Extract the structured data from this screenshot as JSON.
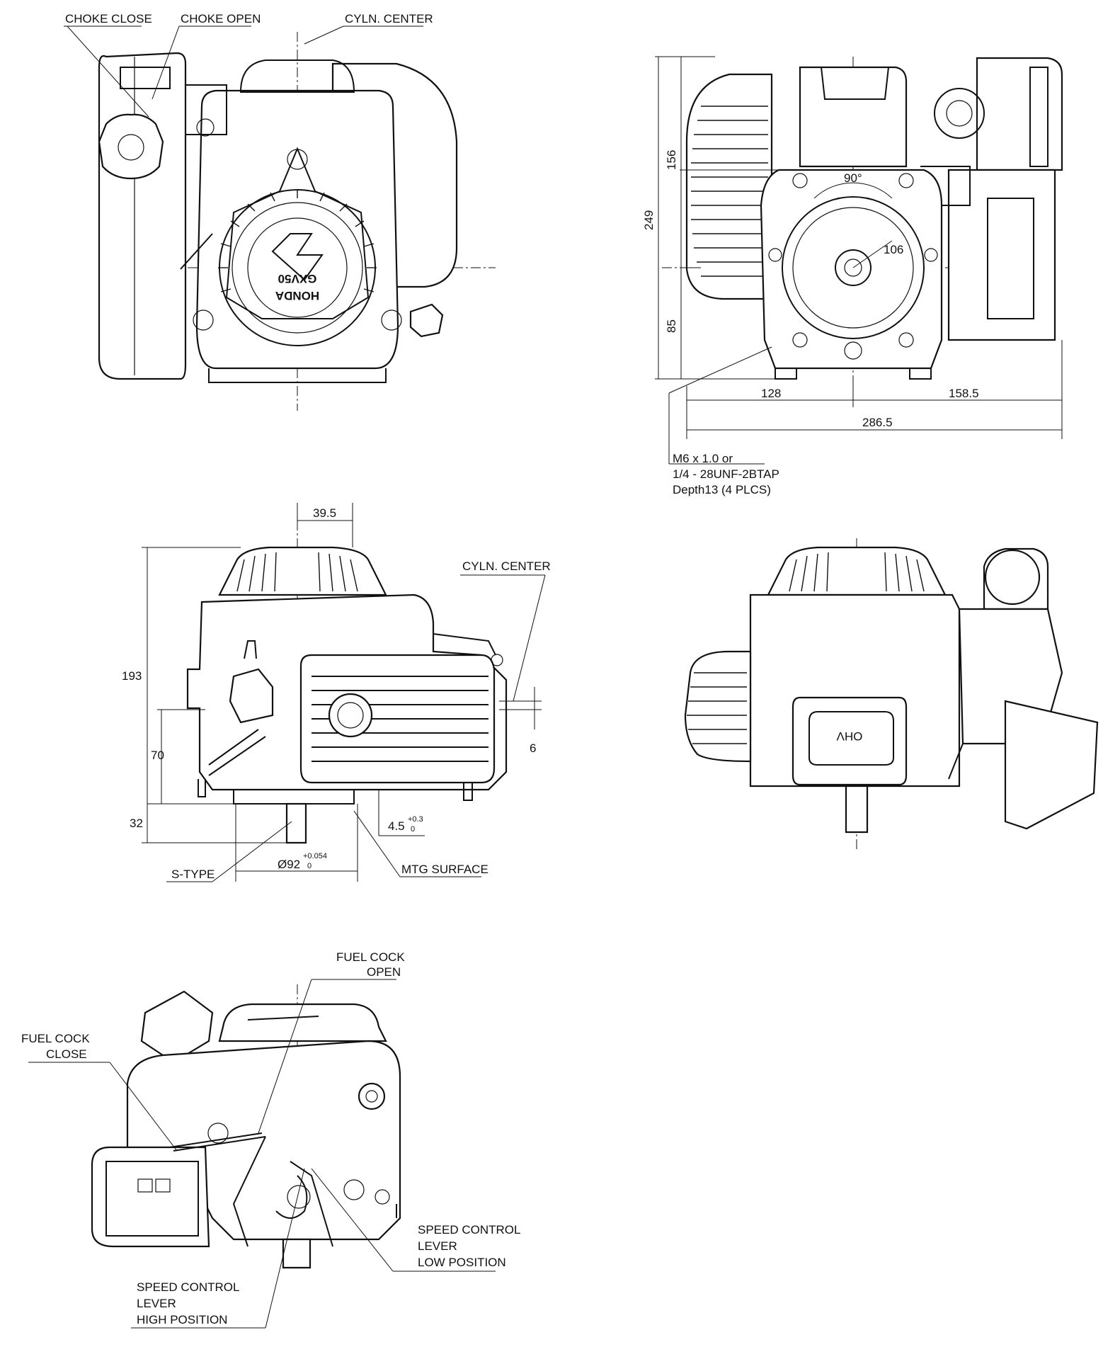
{
  "labels": {
    "choke_close": "CHOKE CLOSE",
    "choke_open": "CHOKE OPEN",
    "cyln_center_front": "CYLN. CENTER",
    "cyln_center_side": "CYLN. CENTER",
    "s_type": "S-TYPE",
    "mtg_surface": "MTG SURFACE",
    "fuel_cock_open_1": "FUEL COCK",
    "fuel_cock_open_2": "OPEN",
    "fuel_cock_close_1": "FUEL COCK",
    "fuel_cock_close_2": "CLOSE",
    "speed_low_1": "SPEED CONTROL",
    "speed_low_2": "LEVER",
    "speed_low_3": "LOW POSITION",
    "speed_high_1": "SPEED CONTROL",
    "speed_high_2": "LEVER",
    "speed_high_3": "HIGH POSITION",
    "tap_1": "M6 x 1.0 or",
    "tap_2": "1/4 - 28UNF-2BTAP",
    "tap_3": "Depth13 (4 PLCS)",
    "brand": "HONDA",
    "model": "GXV50",
    "ohv": "OHV"
  },
  "dimensions": {
    "top_156": "156",
    "top_249": "249",
    "top_85": "85",
    "top_90deg": "90°",
    "top_106": "106",
    "top_128": "128",
    "top_158_5": "158.5",
    "top_286_5": "286.5",
    "side_39_5": "39.5",
    "side_193": "193",
    "side_70": "70",
    "side_32": "32",
    "side_6": "6",
    "side_4_5": "4.5",
    "side_4_5_tol_up": "+0.3",
    "side_4_5_tol_low": "0",
    "side_92": "Ø92",
    "side_92_tol_up": "+0.054",
    "side_92_tol_low": "0"
  }
}
